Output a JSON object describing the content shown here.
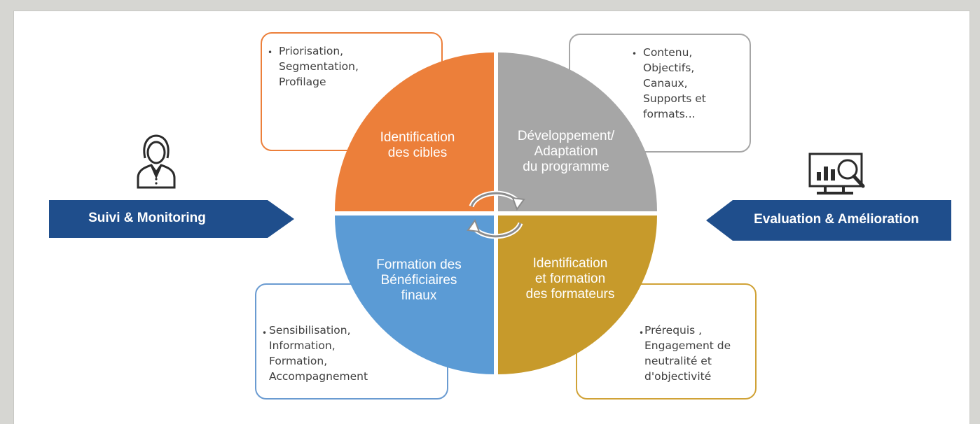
{
  "colors": {
    "orange": "#ec7f3a",
    "gray": "#a6a6a6",
    "blue": "#5b9bd5",
    "gold": "#c79a2b",
    "banner": "#1f4e8c"
  },
  "quadrants": {
    "top_left": "Identification\ndes cibles",
    "top_right": "Développement/\nAdaptation\ndu programme",
    "bottom_left": "Formation des\nBénéficiaires\nfinaux",
    "bottom_right": "Identification\net formation\ndes formateurs"
  },
  "notes": {
    "top_left": "Priorisation,\nSegmentation,\nProfilage",
    "top_right": "Contenu,\nObjectifs,\nCanaux,\nSupports et\nformats...",
    "bottom_left": "Sensibilisation,\nInformation,\nFormation,\nAccompagnement",
    "bottom_right": "Prérequis ,\nEngagement de\nneutralité et\nd'objectivité"
  },
  "bullet": "•",
  "banners": {
    "left": "Suivi & Monitoring",
    "right": "Evaluation & Amélioration"
  },
  "icons": {
    "left": "person-icon",
    "right": "chart-magnifier-icon",
    "center": "cycle-arrows-icon"
  }
}
